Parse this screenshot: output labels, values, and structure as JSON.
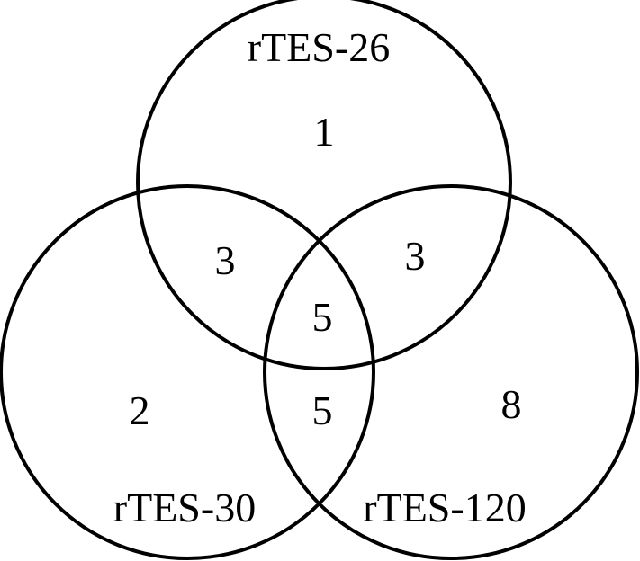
{
  "diagram": {
    "type": "venn-3",
    "sets": {
      "top": {
        "label": "rTES-26"
      },
      "left": {
        "label": "rTES-30"
      },
      "right": {
        "label": "rTES-120"
      }
    },
    "regions": {
      "top_only": "1",
      "left_only": "2",
      "right_only": "8",
      "top_left": "3",
      "top_right": "3",
      "left_right": "5",
      "all_three": "5"
    },
    "colors": {
      "stroke": "#000000",
      "background": "#ffffff"
    }
  }
}
